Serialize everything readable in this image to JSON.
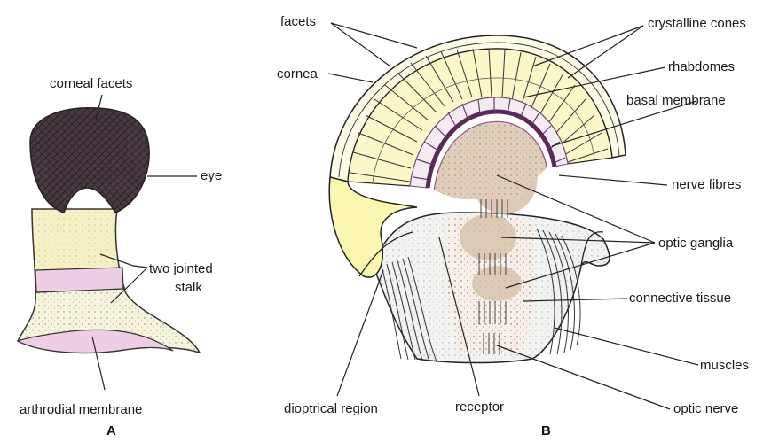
{
  "figure_a": {
    "caption": "A",
    "labels": {
      "corneal_facets": "corneal facets",
      "eye": "eye",
      "two_jointed_stalk_line1": "two jointed",
      "two_jointed_stalk_line2": "stalk",
      "arthrodial_membrane": "arthrodial membrane"
    }
  },
  "figure_b": {
    "caption": "B",
    "labels": {
      "facets": "facets",
      "cornea": "cornea",
      "crystalline_cones": "crystalline cones",
      "rhabdomes": "rhabdomes",
      "basal_membrane": "basal membrane",
      "nerve_fibres": "nerve fibres",
      "optic_ganglia": "optic ganglia",
      "connective_tissue": "connective tissue",
      "muscles": "muscles",
      "optic_nerve": "optic nerve",
      "dioptrical_region": "dioptrical region",
      "receptor": "receptor"
    }
  },
  "colors": {
    "eye_dark": "#4a3a44",
    "stalk_yellow": "#f4f1c4",
    "joint_pink": "#eecde6",
    "cornea_yellow": "#fbf7b0",
    "ganglia_tan": "#d7bfa8",
    "nerve_purple": "#7a4a78"
  }
}
